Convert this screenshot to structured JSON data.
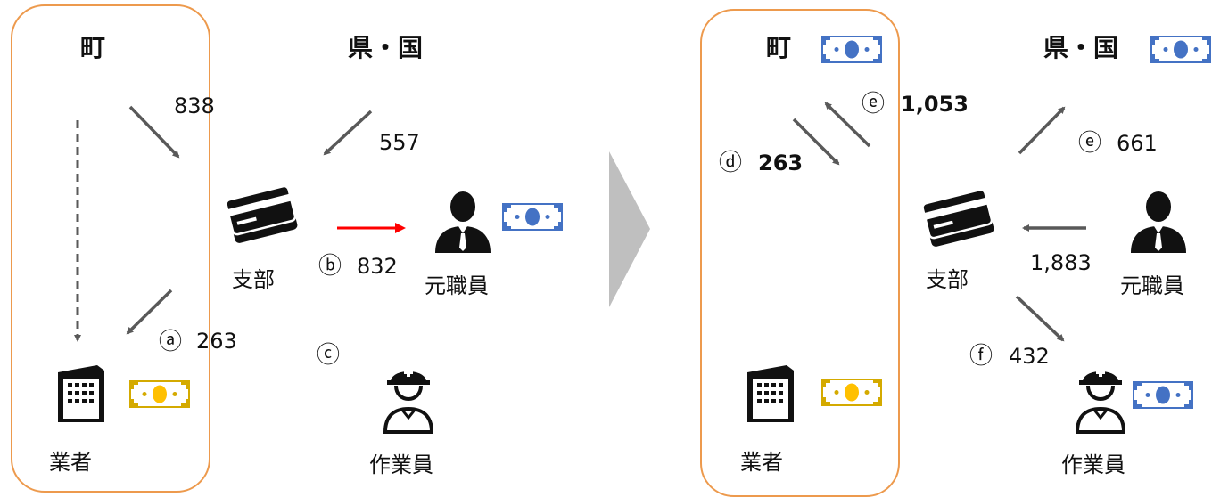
{
  "left": {
    "town": "町",
    "pref_country": "県・国",
    "branch": "支部",
    "former_employee": "元職員",
    "contractor": "業者",
    "worker": "作業員",
    "flow_town_in": "838",
    "flow_pref_in": "557",
    "marker_a": "ⓐ",
    "flow_a": "263",
    "marker_b": "ⓑ",
    "flow_b": "832",
    "marker_c": "ⓒ"
  },
  "right": {
    "town": "町",
    "pref_country": "県・国",
    "branch": "支部",
    "former_employee": "元職員",
    "contractor": "業者",
    "worker": "作業員",
    "marker_d": "ⓓ",
    "flow_d": "263",
    "marker_e1": "ⓔ",
    "flow_e1": "1,053",
    "marker_e2": "ⓔ",
    "flow_e2": "661",
    "flow_former": "1,883",
    "marker_f": "ⓕ",
    "flow_f": "432"
  },
  "colors": {
    "frame": "#ED9A4D",
    "arrow": "#595959",
    "highlight_arrow": "#FF0000",
    "bill_blue": "#4472C4",
    "bill_gold": "#D4AA00",
    "transition": "#BFBFBF"
  },
  "icons": [
    "card-icon",
    "person-icon",
    "building-icon",
    "worker-helmet-icon",
    "banknote-icon"
  ]
}
